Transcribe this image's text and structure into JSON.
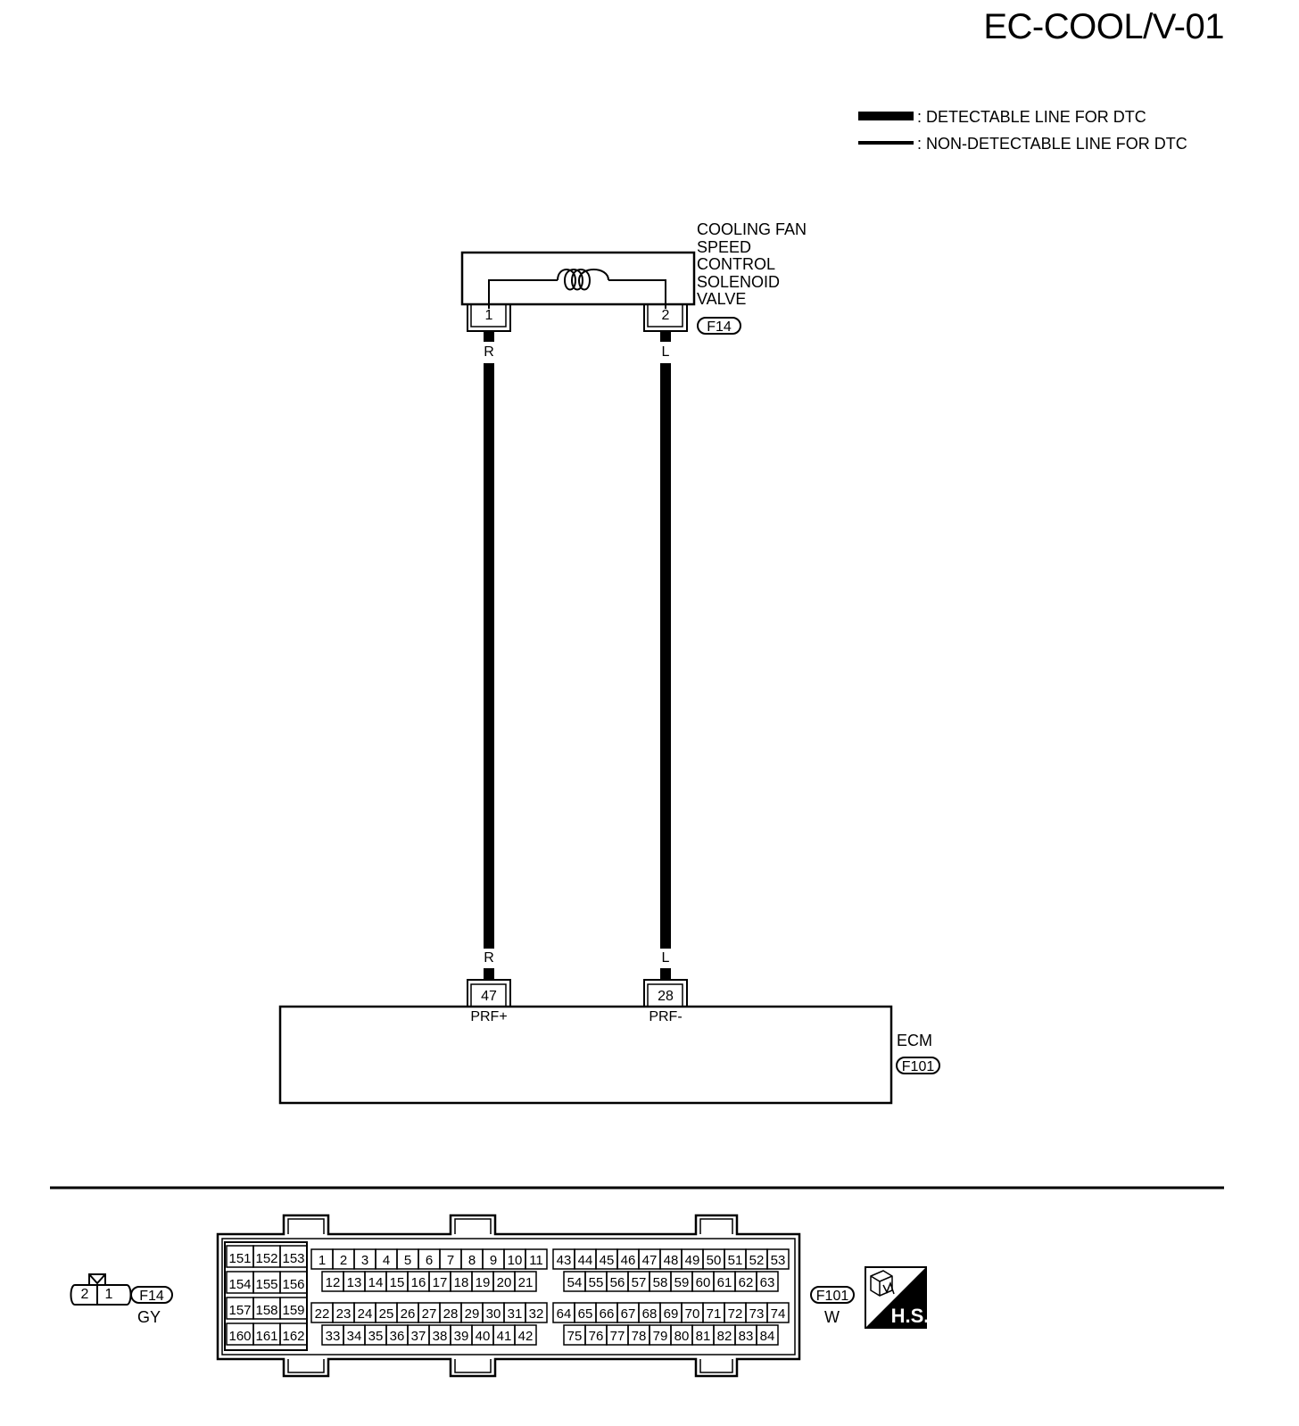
{
  "page": {
    "title": "EC-COOL/V-01"
  },
  "legend": {
    "detectable": ": DETECTABLE LINE FOR DTC",
    "non_detectable": ": NON-DETECTABLE LINE FOR DTC"
  },
  "solenoid": {
    "label_lines": [
      "COOLING FAN",
      "SPEED",
      "CONTROL",
      "SOLENOID",
      "VALVE"
    ],
    "connector": "F14",
    "terminals": [
      "1",
      "2"
    ]
  },
  "wires": [
    {
      "color_top": "R",
      "color_bottom": "R"
    },
    {
      "color_top": "L",
      "color_bottom": "L"
    }
  ],
  "ecm": {
    "label": "ECM",
    "connector": "F101",
    "terminals": [
      {
        "num": "47",
        "name": "PRF+"
      },
      {
        "num": "28",
        "name": "PRF-"
      }
    ]
  },
  "connector_views": {
    "f14": {
      "pins": [
        "2",
        "1"
      ],
      "id": "F14",
      "color": "GY"
    },
    "f101": {
      "id": "F101",
      "color": "W",
      "small_rows": [
        [
          "151",
          "152",
          "153"
        ],
        [
          "154",
          "155",
          "156"
        ],
        [
          "157",
          "158",
          "159"
        ],
        [
          "160",
          "161",
          "162"
        ]
      ],
      "rows": [
        [
          "1",
          "2",
          "3",
          "4",
          "5",
          "6",
          "7",
          "8",
          "9",
          "10",
          "11"
        ],
        [
          "12",
          "13",
          "14",
          "15",
          "16",
          "17",
          "18",
          "19",
          "20",
          "21"
        ],
        [
          "22",
          "23",
          "24",
          "25",
          "26",
          "27",
          "28",
          "29",
          "30",
          "31",
          "32"
        ],
        [
          "33",
          "34",
          "35",
          "36",
          "37",
          "38",
          "39",
          "40",
          "41",
          "42"
        ]
      ],
      "rows_right": [
        [
          "43",
          "44",
          "45",
          "46",
          "47",
          "48",
          "49",
          "50",
          "51",
          "52",
          "53"
        ],
        [
          "54",
          "55",
          "56",
          "57",
          "58",
          "59",
          "60",
          "61",
          "62",
          "63"
        ],
        [
          "64",
          "65",
          "66",
          "67",
          "68",
          "69",
          "70",
          "71",
          "72",
          "73",
          "74"
        ],
        [
          "75",
          "76",
          "77",
          "78",
          "79",
          "80",
          "81",
          "82",
          "83",
          "84"
        ]
      ]
    },
    "hs_badge": "H.S."
  }
}
